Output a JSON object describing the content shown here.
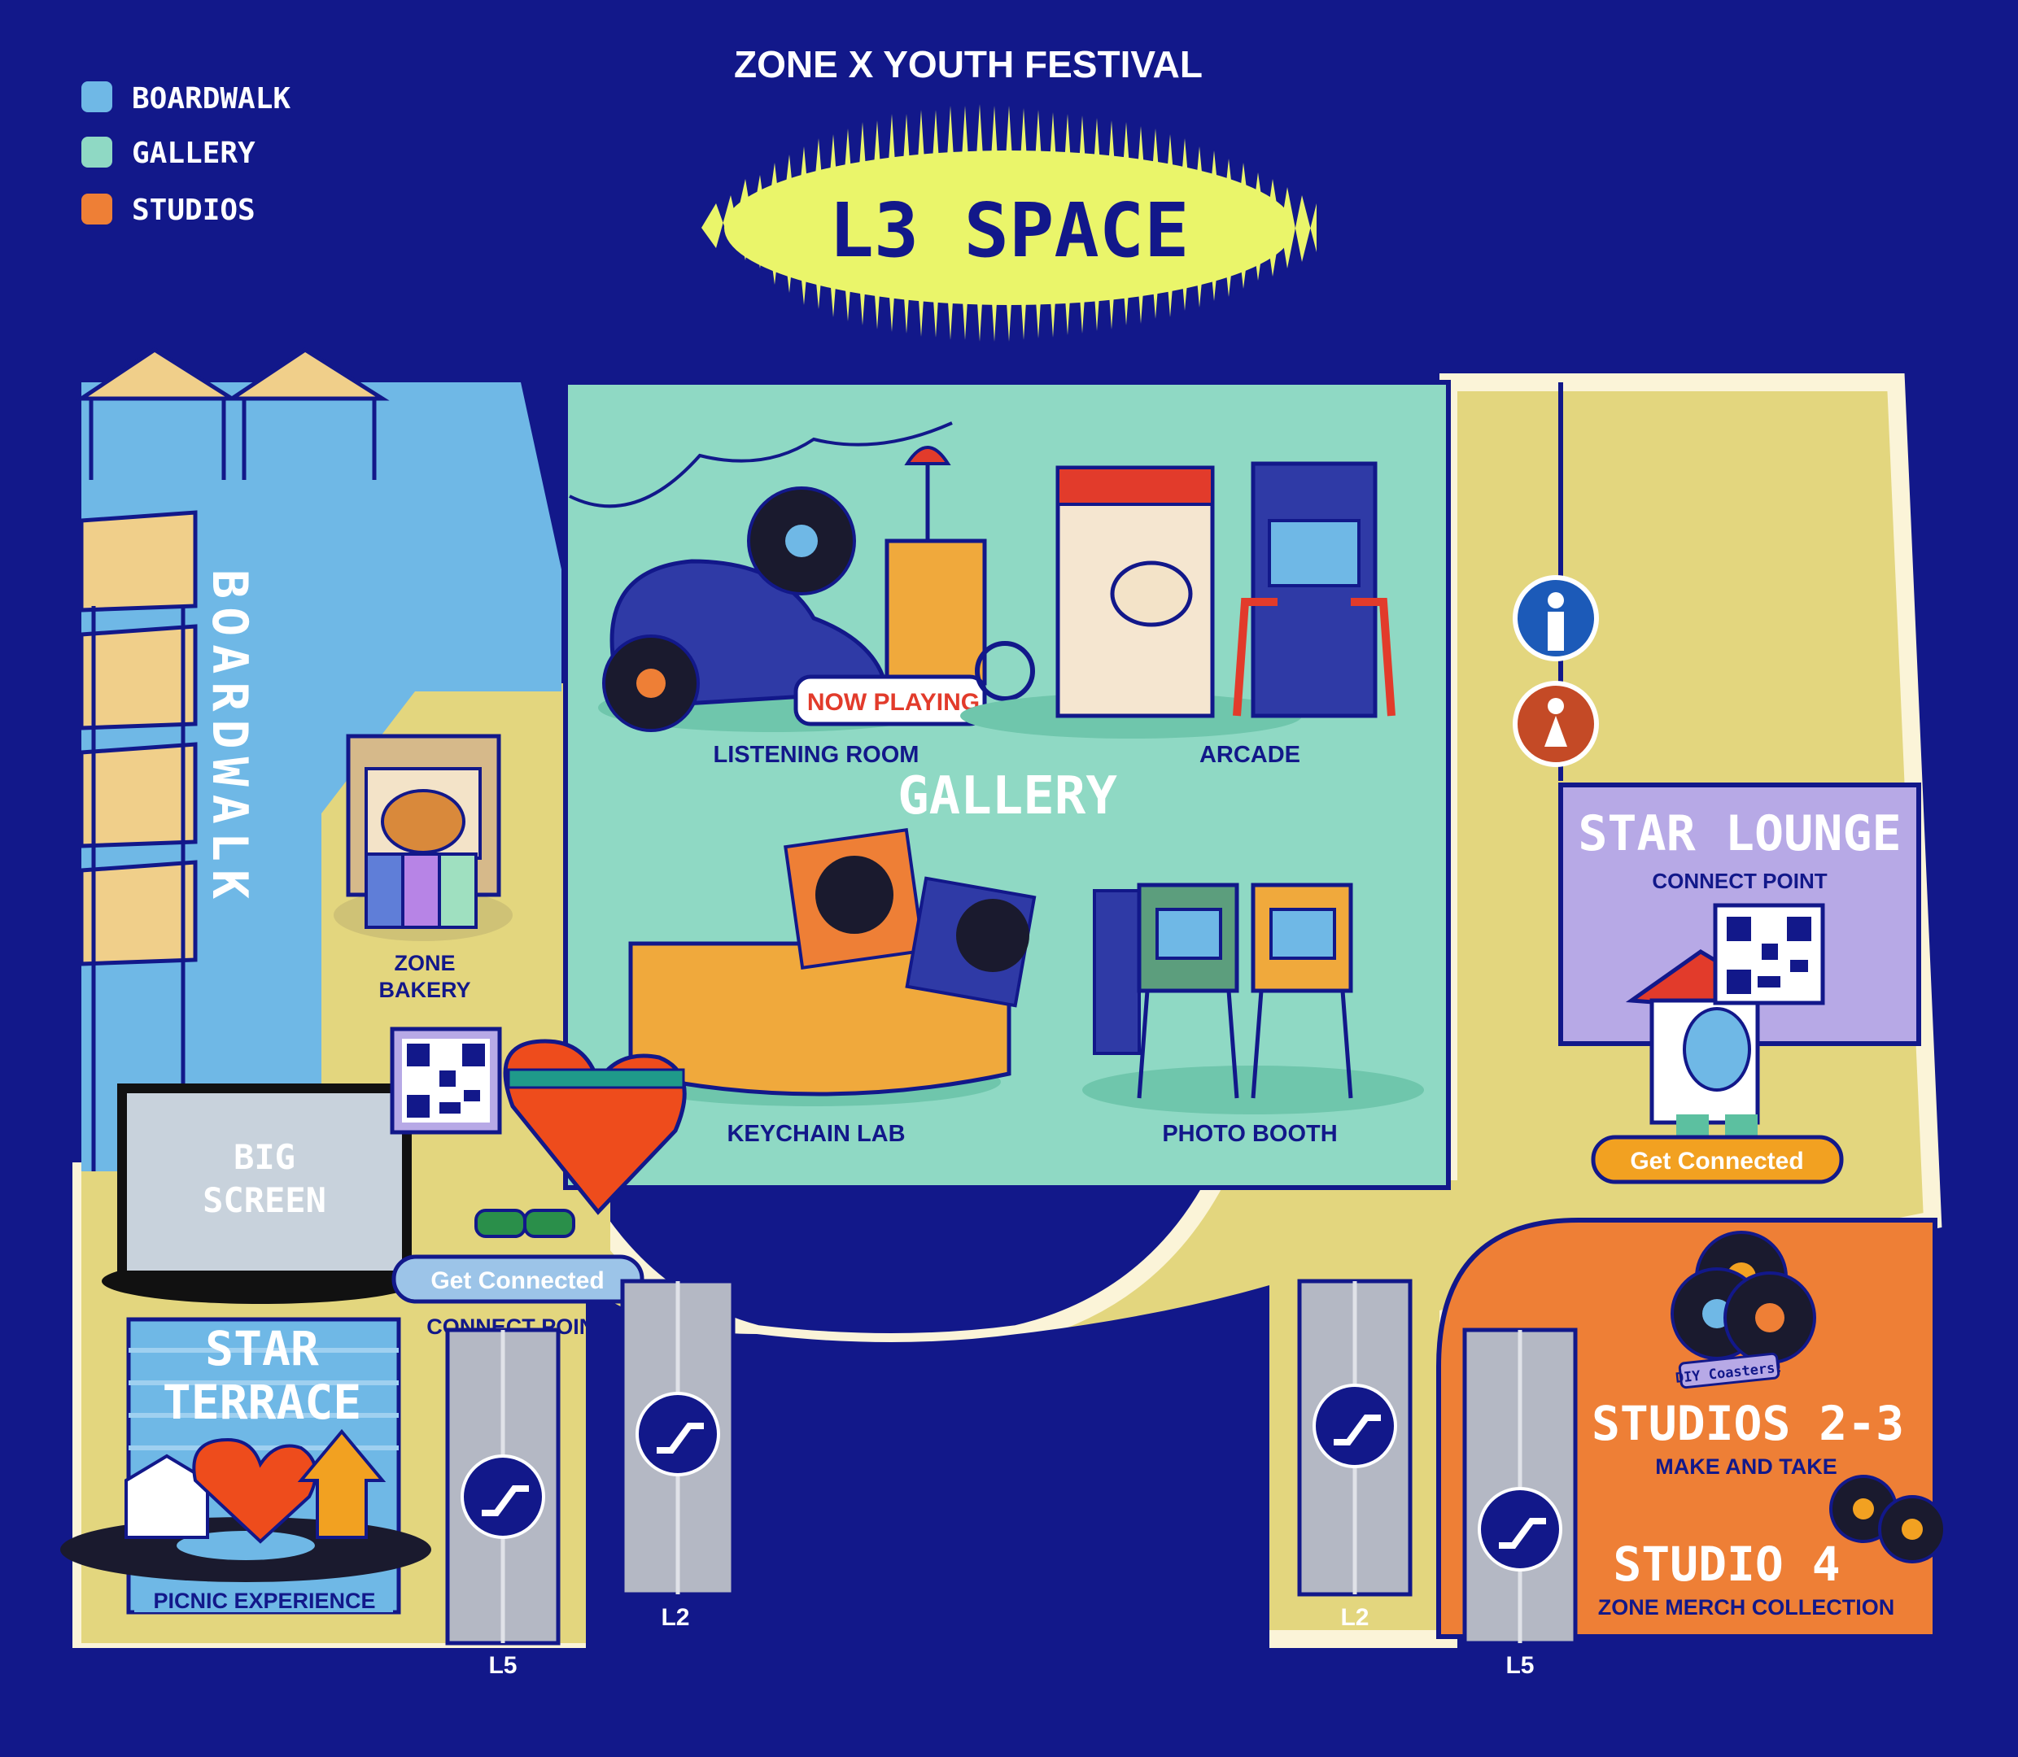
{
  "header": {
    "festival": "ZONE X YOUTH FESTIVAL",
    "space": "L3 SPACE"
  },
  "legend": {
    "items": [
      {
        "label": "BOARDWALK",
        "color": "#6fb8e6"
      },
      {
        "label": "GALLERY",
        "color": "#8fd9c4"
      },
      {
        "label": "STUDIOS",
        "color": "#ee7f36"
      }
    ]
  },
  "zones": {
    "boardwalk": "BOARDWALK",
    "gallery": "GALLERY",
    "star_lounge": "STAR LOUNGE",
    "star_terrace_1": "STAR",
    "star_terrace_2": "TERRACE",
    "big_screen_1": "BIG",
    "big_screen_2": "SCREEN",
    "studios_23": "STUDIOS 2-3",
    "studio_4": "STUDIO 4"
  },
  "labels": {
    "listening_room": "LISTENING ROOM",
    "now_playing": "NOW PLAYING",
    "arcade": "ARCADE",
    "keychain_lab": "KEYCHAIN LAB",
    "photo_booth": "PHOTO BOOTH",
    "zone_bakery_1": "ZONE",
    "zone_bakery_2": "BAKERY",
    "connect_point_left": "CONNECT POINT",
    "connect_point_right": "CONNECT POINT",
    "get_connected_left": "Get Connected",
    "get_connected_right": "Get Connected",
    "picnic": "PICNIC EXPERIENCE",
    "make_and_take": "MAKE AND TAKE",
    "merch": "ZONE MERCH COLLECTION",
    "diy": "DIY Coasters!"
  },
  "escalators": {
    "l5_left": "L5",
    "l2_left": "L2",
    "l2_right": "L2",
    "l5_right": "L5"
  },
  "colors": {
    "navy": "#12188a",
    "boardwalk": "#6fb8e6",
    "gallery": "#8fd9c4",
    "floor": "#e3d67e",
    "studios": "#ee7f36",
    "lounge": "#b7a9e6",
    "accent_yellow": "#eaf56a"
  }
}
